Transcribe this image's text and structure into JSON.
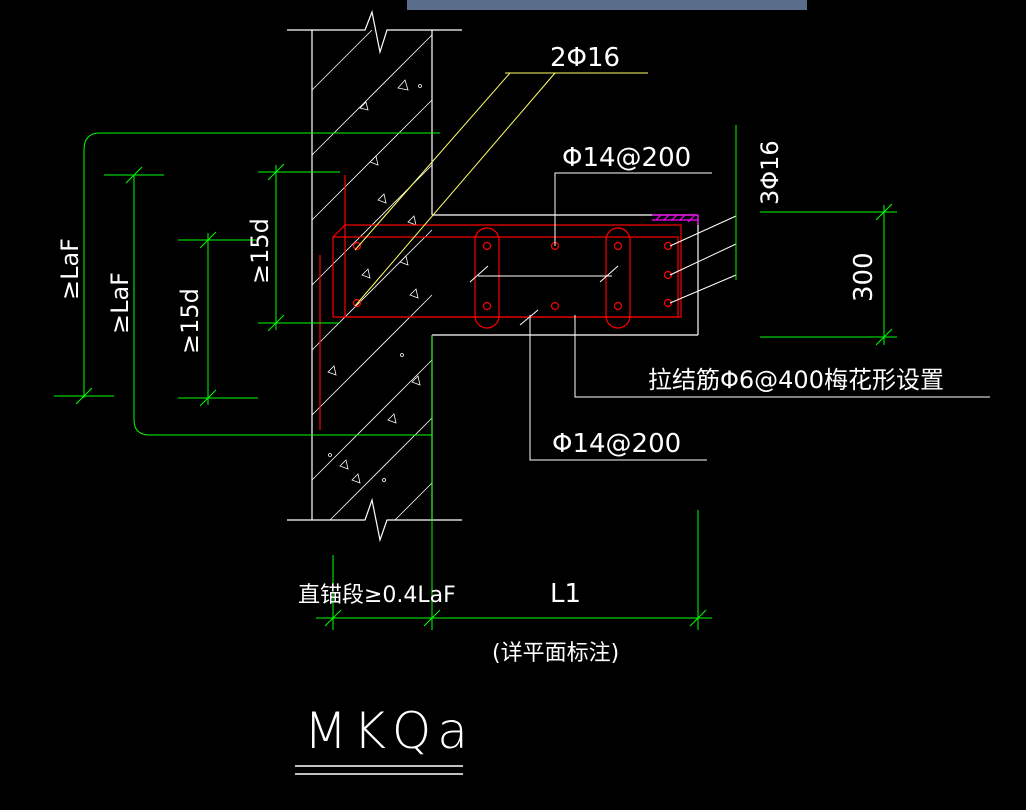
{
  "drawing": {
    "title": "MKQa",
    "labels": {
      "top_bars": "2Φ16",
      "side_bars": "3Φ16",
      "upper_dist": "Φ14@200",
      "lower_dist": "Φ14@200",
      "tie_note": "拉结筋Φ6@400梅花形设置",
      "anchor_1": "≥LaF",
      "anchor_2": "≥LaF",
      "anchor_3": "≥15d",
      "anchor_4": "≥15d",
      "height": "300",
      "straight_anchor": "直锚段≥0.4LaF",
      "span": "L1",
      "span_note": "(详平面标注)"
    }
  },
  "colors": {
    "background": "#000000",
    "dimension": "#00ff00",
    "rebar": "#ff0000",
    "text": "#ffffff",
    "leader": "#ffff66",
    "hatch": "#ff00ff",
    "top_bar": "#5a6e8c"
  }
}
